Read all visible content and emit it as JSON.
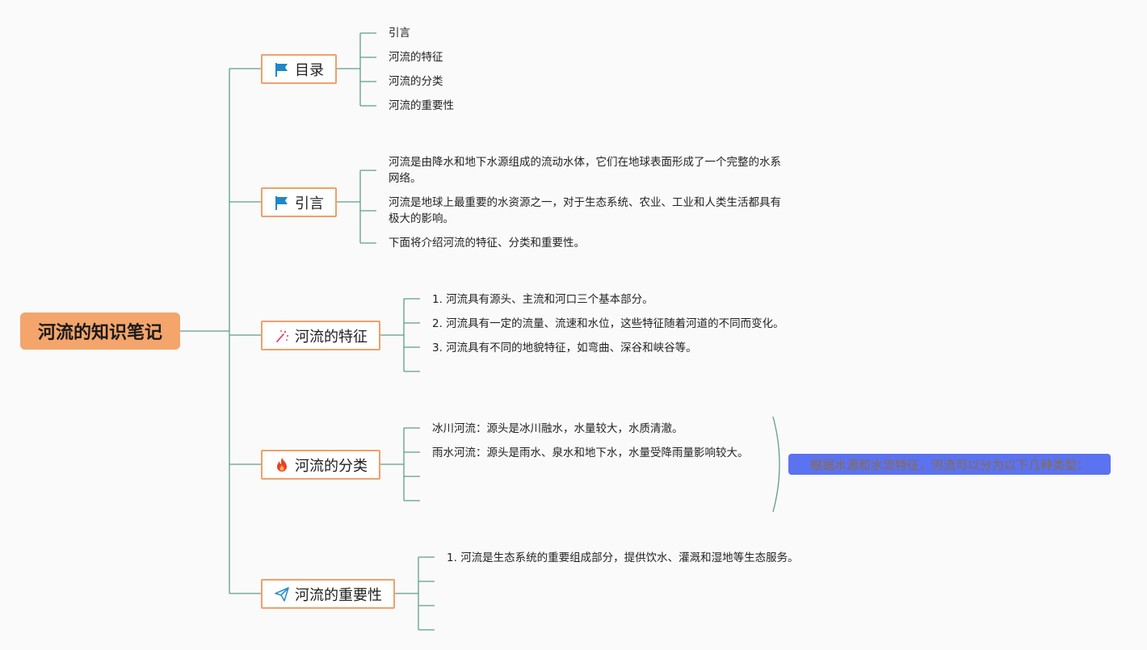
{
  "root": {
    "title": "河流的知识笔记"
  },
  "branches": {
    "toc": {
      "label": "目录",
      "icon": "blue-flag-icon",
      "items": [
        "引言",
        "河流的特征",
        "河流的分类",
        "河流的重要性"
      ]
    },
    "intro": {
      "label": "引言",
      "icon": "blue-flag-icon",
      "items": [
        "河流是由降水和地下水源组成的流动水体，它们在地球表面形成了一个完整的水系网络。",
        "河流是地球上最重要的水资源之一，对于生态系统、农业、工业和人类生活都具有极大的影响。",
        "下面将介绍河流的特征、分类和重要性。"
      ]
    },
    "features": {
      "label": "河流的特征",
      "icon": "sparkle-wand-icon",
      "items": [
        "1. 河流具有源头、主流和河口三个基本部分。",
        "2. 河流具有一定的流量、流速和水位，这些特征随着河道的不同而变化。",
        "3. 河流具有不同的地貌特征，如弯曲、深谷和峡谷等。"
      ]
    },
    "classification": {
      "label": "河流的分类",
      "icon": "fire-icon",
      "items": [
        "冰川河流：源头是冰川融水，水量较大，水质清澈。",
        "雨水河流：源头是雨水、泉水和地下水，水量受降雨量影响较大。"
      ],
      "summary": "根据水源和水流特征，河流可以分为以下几种类型："
    },
    "importance": {
      "label": "河流的重要性",
      "icon": "paper-plane-icon",
      "items": [
        "1. 河流是生态系统的重要组成部分，提供饮水、灌溉和湿地等生态服务。"
      ]
    }
  },
  "colors": {
    "line": "#5f9e8a",
    "root_fill": "#f3a56b",
    "branch_border": "#f0a06a",
    "summary_fill": "#5b73f0"
  }
}
